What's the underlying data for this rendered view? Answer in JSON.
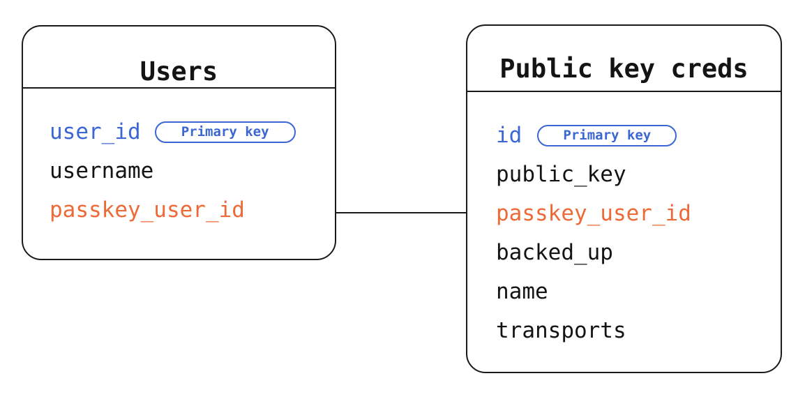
{
  "diagram": {
    "type": "entity-relationship-diagram",
    "background_color": "#ffffff",
    "colors": {
      "text": "#141414",
      "border": "#1a1a1a",
      "primary_key": "#3b67d4",
      "foreign_key": "#ec6a37"
    },
    "entities": [
      {
        "id": "users",
        "title": "Users",
        "fields": [
          {
            "name": "user_id",
            "role": "key",
            "badge": "Primary key"
          },
          {
            "name": "username",
            "role": "plain",
            "badge": null
          },
          {
            "name": "passkey_user_id",
            "role": "fk",
            "badge": null
          }
        ]
      },
      {
        "id": "public_key_creds",
        "title": "Public key creds",
        "fields": [
          {
            "name": "id",
            "role": "key",
            "badge": "Primary key"
          },
          {
            "name": "public_key",
            "role": "plain",
            "badge": null
          },
          {
            "name": "passkey_user_id",
            "role": "fk",
            "badge": null
          },
          {
            "name": "backed_up",
            "role": "plain",
            "badge": null
          },
          {
            "name": "name",
            "role": "plain",
            "badge": null
          },
          {
            "name": "transports",
            "role": "plain",
            "badge": null
          }
        ]
      }
    ],
    "relationships": [
      {
        "id": "users-to-public-key-creds",
        "from_entity": "users",
        "from_field": "passkey_user_id",
        "to_entity": "public_key_creds",
        "to_field": "passkey_user_id",
        "style": "solid-line"
      }
    ]
  }
}
